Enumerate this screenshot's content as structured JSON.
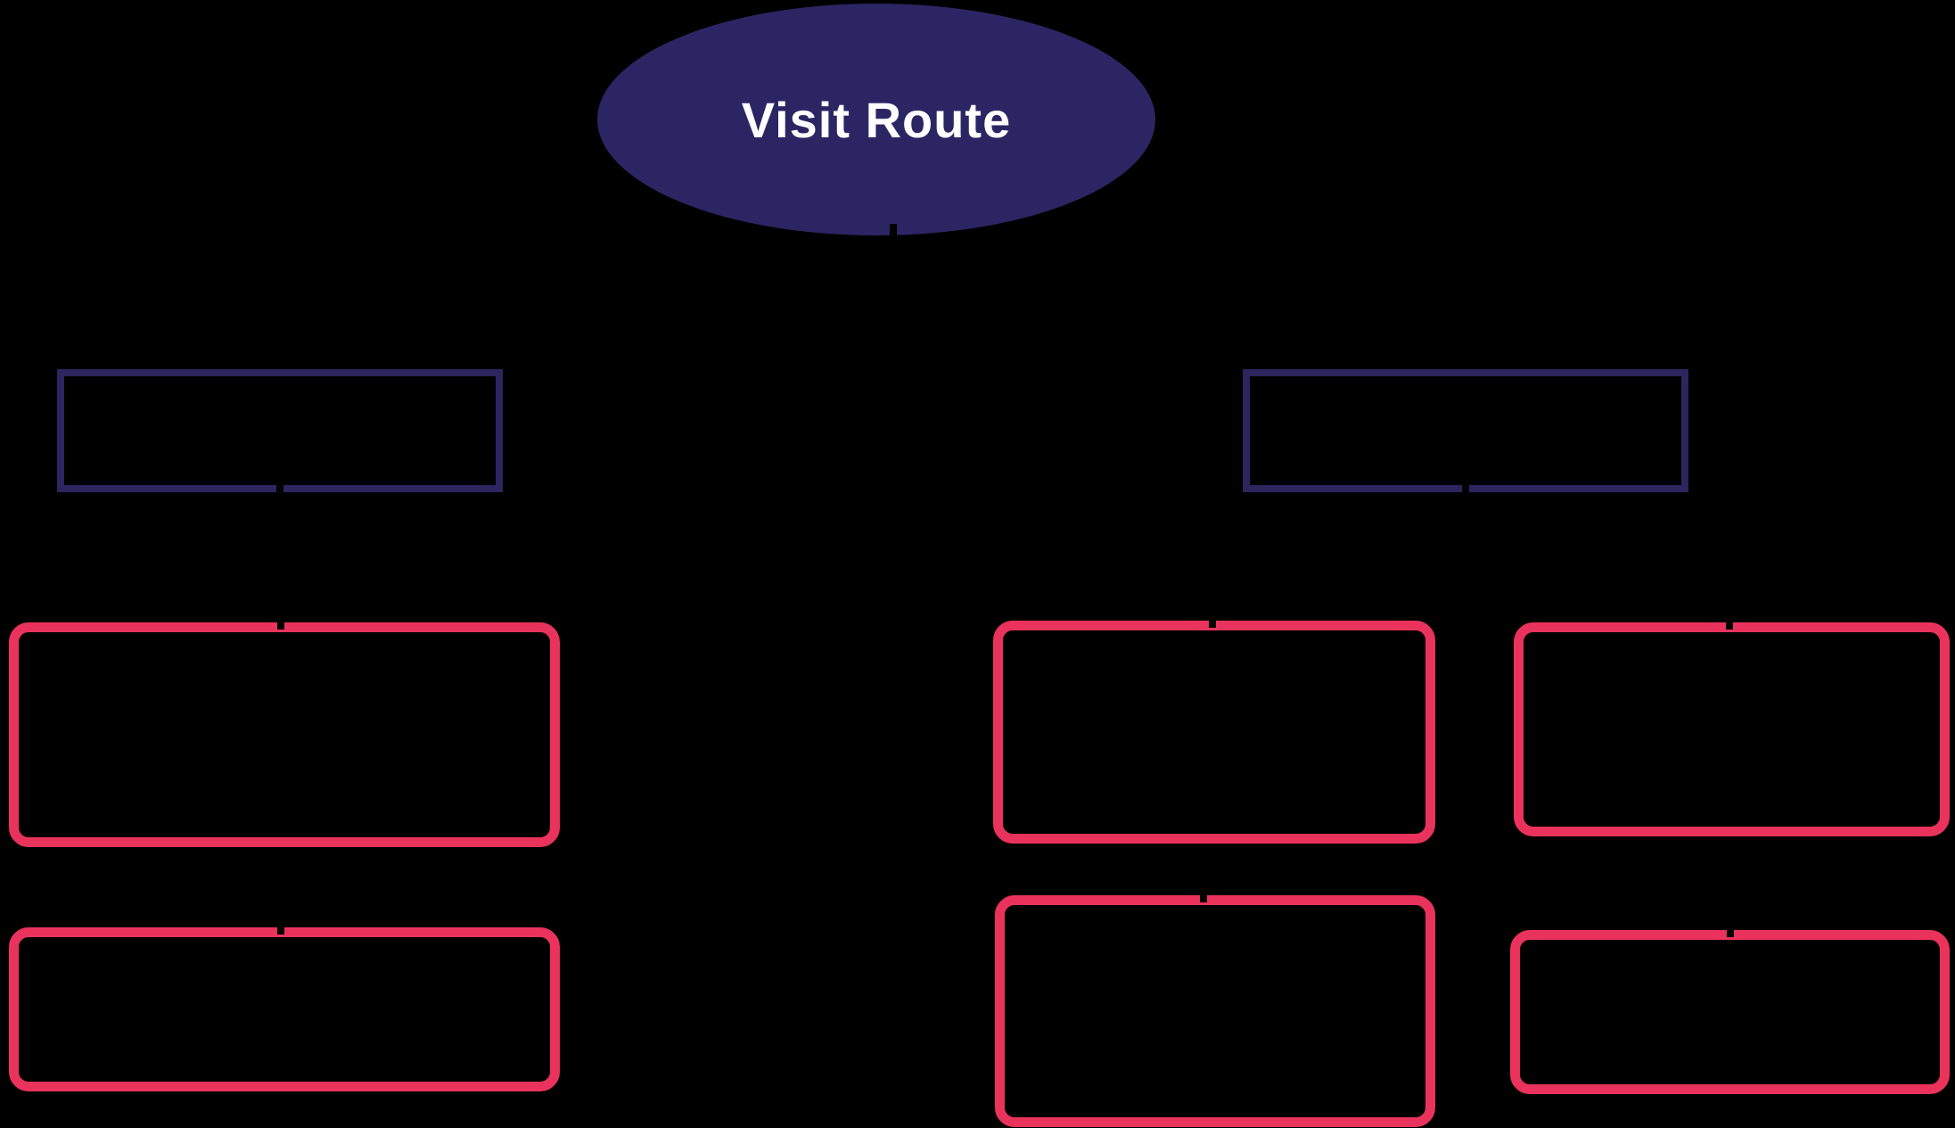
{
  "diagram": {
    "type": "flowchart",
    "background": "#000000",
    "colors": {
      "root_fill": "#2B2663",
      "root_text": "#FFFFFF",
      "branch_border": "#2B265E",
      "leaf_border": "#EA335C"
    },
    "root": {
      "label": "Visit Route",
      "shape": "ellipse"
    },
    "branch_boxes": [
      {
        "id": "branch-left",
        "label": "",
        "shape": "rectangle"
      },
      {
        "id": "branch-right",
        "label": "",
        "shape": "rectangle"
      }
    ],
    "leaf_boxes": [
      {
        "id": "leaf-left-top",
        "label": "",
        "shape": "rounded-rectangle"
      },
      {
        "id": "leaf-left-bottom",
        "label": "",
        "shape": "rounded-rectangle"
      },
      {
        "id": "leaf-middle-top",
        "label": "",
        "shape": "rounded-rectangle"
      },
      {
        "id": "leaf-middle-bottom",
        "label": "",
        "shape": "rounded-rectangle"
      },
      {
        "id": "leaf-right-top",
        "label": "",
        "shape": "rounded-rectangle"
      },
      {
        "id": "leaf-right-bottom",
        "label": "",
        "shape": "rounded-rectangle"
      }
    ]
  }
}
